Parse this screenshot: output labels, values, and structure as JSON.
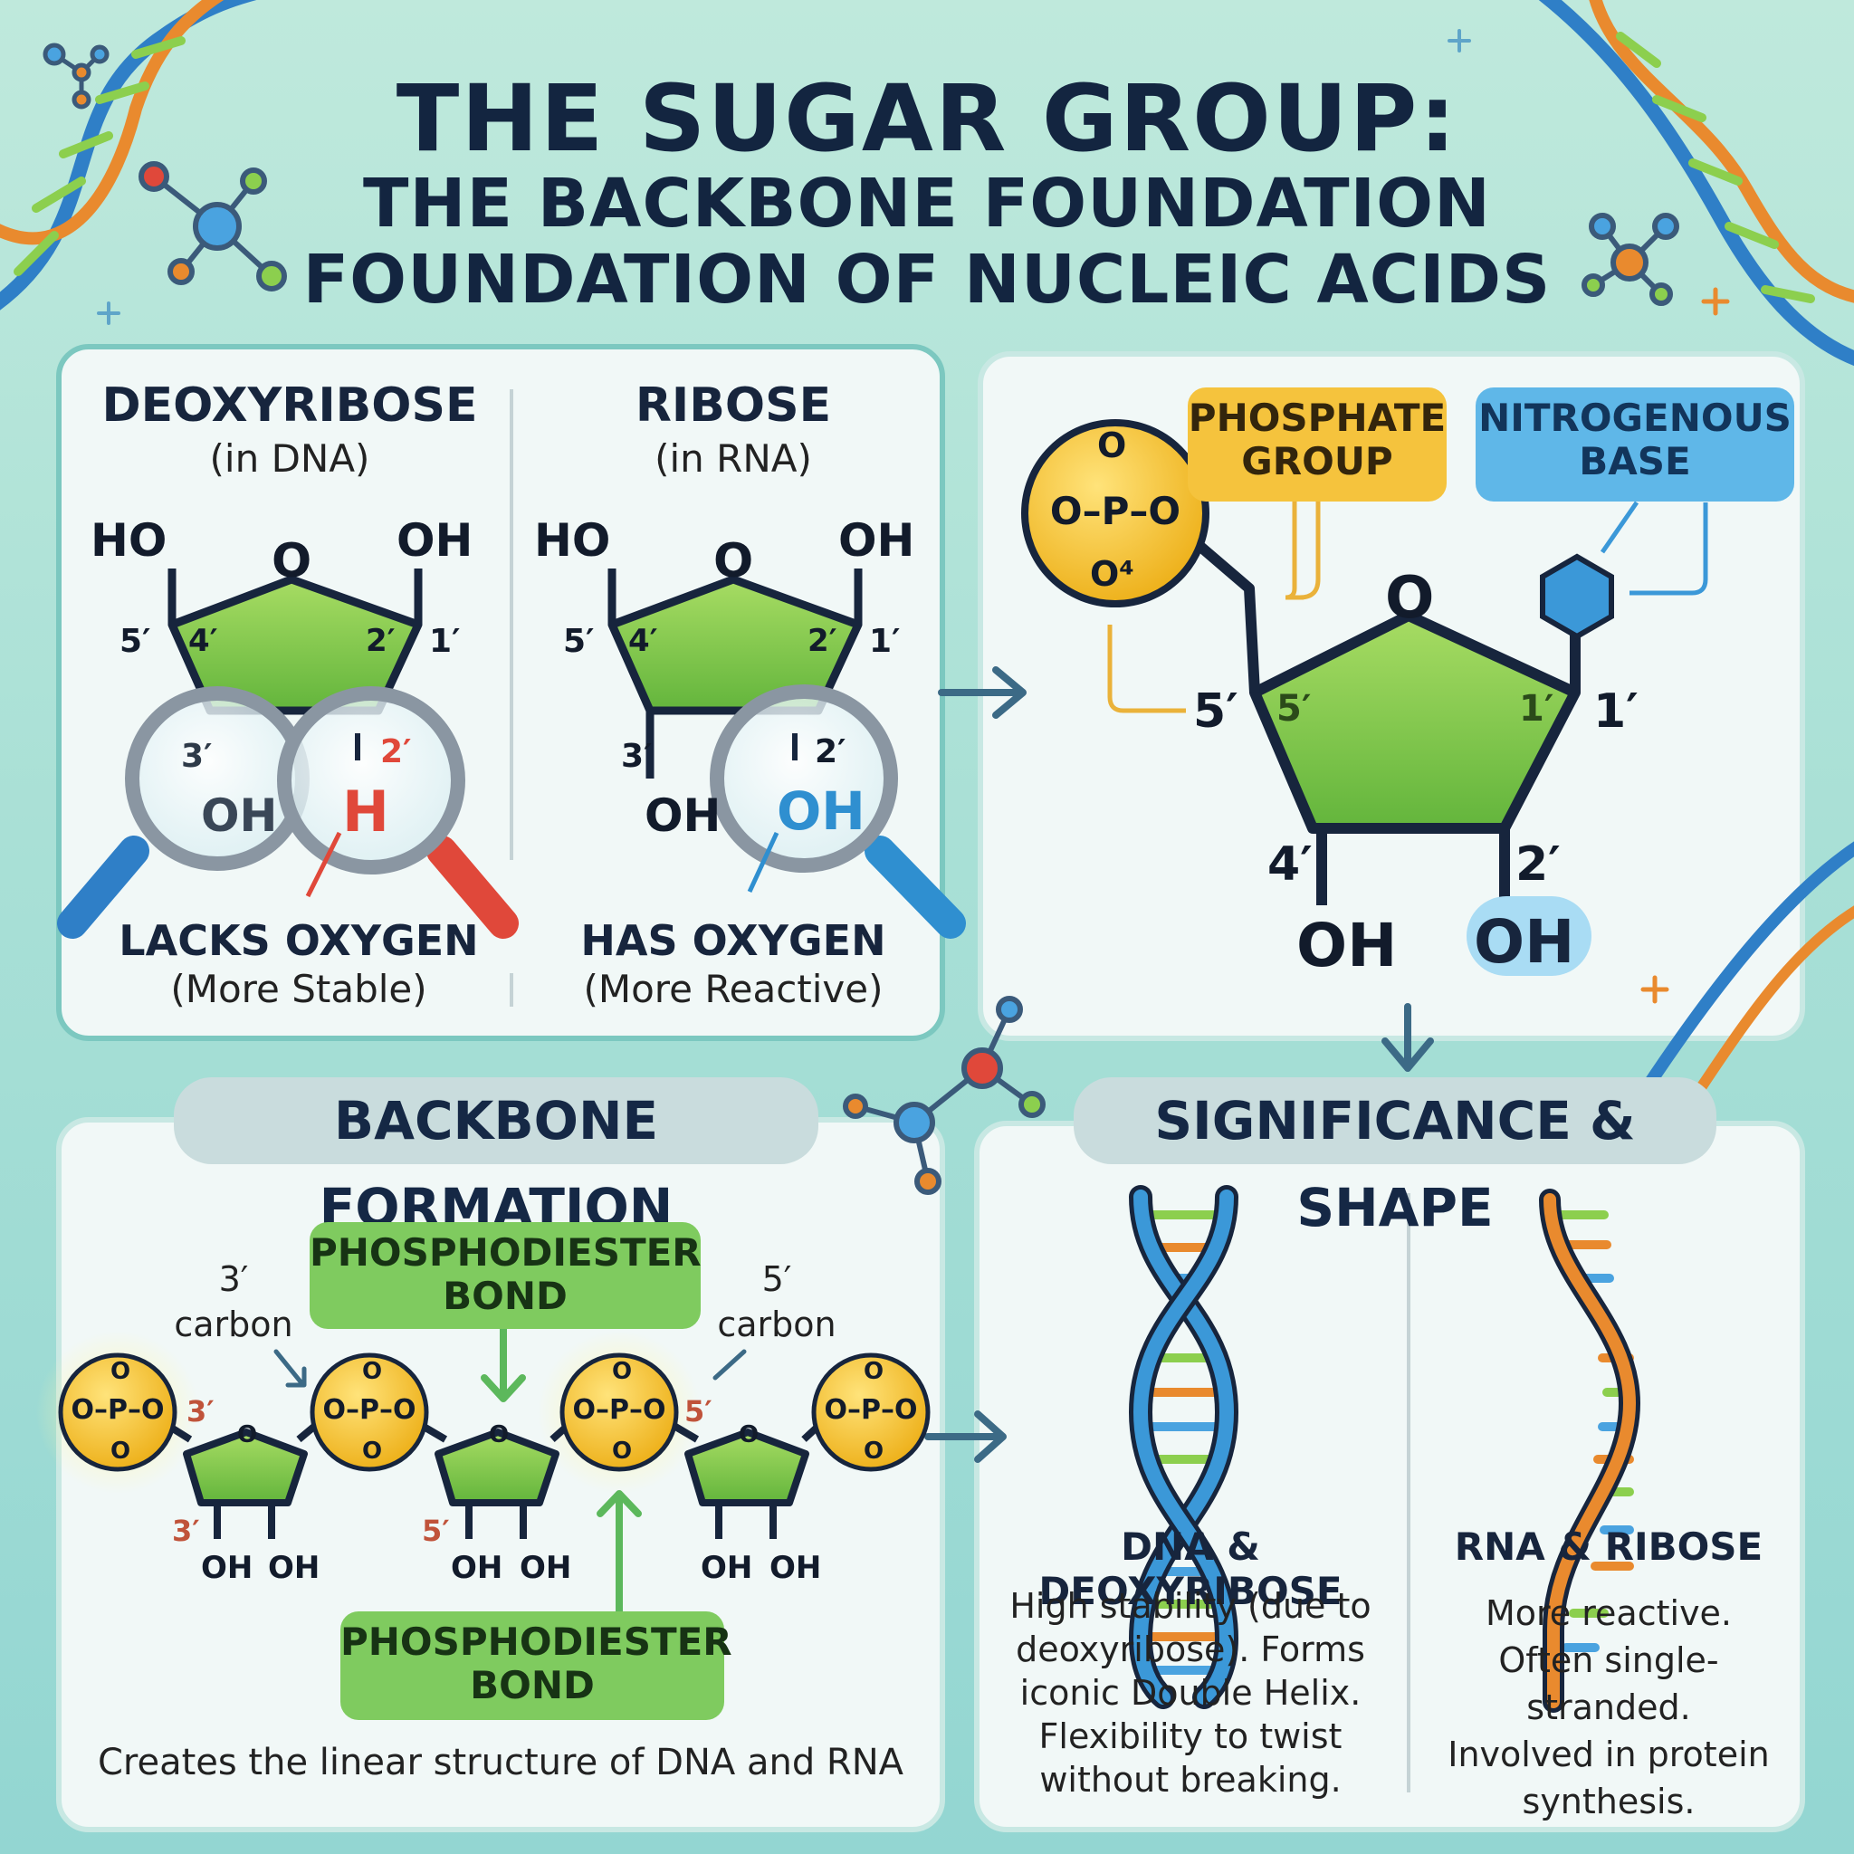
{
  "title": {
    "line1": "THE SUGAR GROUP:",
    "line2": "THE BACKBONE FOUNDATION",
    "line3": "FOUNDATION OF NUCLEIC ACIDS"
  },
  "comparison": {
    "deoxyribose": {
      "name": "DEOXYRIBOSE",
      "context": "(in DNA)",
      "atoms": {
        "ho": "HO",
        "o": "O",
        "oh": "OH",
        "c5": "5′",
        "c4": "4′",
        "c2": "2′",
        "c1": "1′",
        "c3": "3′",
        "bottom_oh": "OH",
        "mag_c2": "2′",
        "mag_atom": "H"
      },
      "caption": "LACKS OXYGEN",
      "note": "(More Stable)"
    },
    "ribose": {
      "name": "RIBOSE",
      "context": "(in RNA)",
      "atoms": {
        "ho": "HO",
        "o": "O",
        "oh": "OH",
        "c5": "5′",
        "c4": "4′",
        "c2": "2′",
        "c1": "1′",
        "c3": "3′",
        "bottom_oh": "OH",
        "mag_c2": "2′",
        "mag_atom": "OH"
      },
      "caption": "HAS OXYGEN",
      "note": "(More Reactive)"
    }
  },
  "nucleotide": {
    "phosphate_label": "PHOSPHATE GROUP",
    "base_label": "NITROGENOUS BASE",
    "phosphate": {
      "top": "O",
      "left": "O–P–O",
      "bottom": "O⁴"
    },
    "ring_o": "O",
    "c5_outer": "5′",
    "c5_inner": "5′",
    "c1_inner": "1′",
    "c1_outer": "1′",
    "c4": "4′",
    "c2": "2′",
    "oh_left": "OH",
    "oh_right": "OH"
  },
  "backbone": {
    "heading": "BACKBONE FORMATION",
    "bond_label_top": "PHOSPHODIESTER BOND",
    "bond_label_bottom": "PHOSPHODIESTER BOND",
    "carbon_left": "3′ carbon",
    "carbon_right": "5′ carbon",
    "phosphate_text": "O–P–O",
    "phosphate_o": "O",
    "ring_o": "O",
    "marks": [
      "3′",
      "5′",
      "3′",
      "5′"
    ],
    "oh": "OH",
    "caption": "Creates the linear structure of DNA and RNA"
  },
  "significance": {
    "heading": "SIGNIFICANCE & SHAPE",
    "dna": {
      "title": "DNA & DEOXYRIBOSE",
      "lines": [
        "High stability (due to",
        "deoxyribose). Forms",
        "iconic Double Helix.",
        "Flexibility to twist",
        "without breaking."
      ]
    },
    "rna": {
      "title": "RNA & RIBOSE",
      "lines": [
        "More reactive.",
        "Often single-stranded.",
        "Involved in protein",
        "synthesis."
      ]
    }
  },
  "colors": {
    "sugar_green": "#8ccf4e",
    "phosphate_yellow": "#f4c22f",
    "highlight_red": "#e0483a",
    "highlight_blue": "#2f8fd0",
    "text_dark": "#17253d",
    "rna_orange": "#e98a2e"
  }
}
